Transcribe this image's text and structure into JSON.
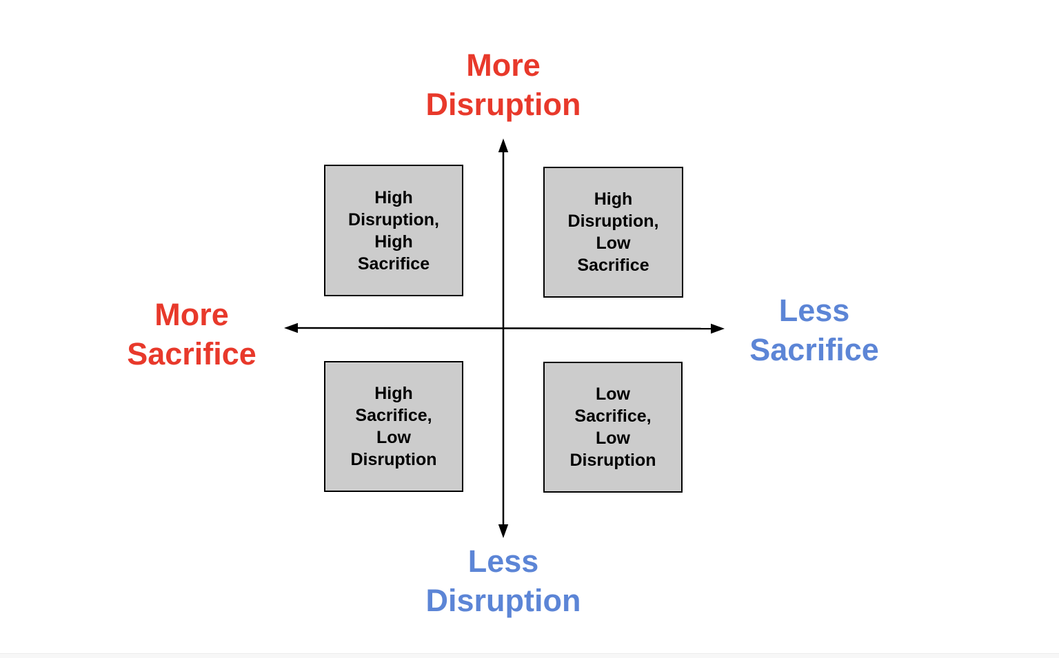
{
  "diagram": {
    "type": "quadrant-matrix",
    "axis_labels": {
      "top": "More\nDisruption",
      "bottom": "Less\nDisruption",
      "left": "More\nSacrifice",
      "right": "Less\nSacrifice"
    },
    "quadrants": {
      "top_left": "High\nDisruption,\nHigh\nSacrifice",
      "top_right": "High\nDisruption,\nLow\nSacrifice",
      "bottom_left": "High\nSacrifice,\nLow\nDisruption",
      "bottom_right": "Low\nSacrifice,\nLow\nDisruption"
    },
    "colors": {
      "more_label": "#e8392b",
      "less_label": "#5c85d6",
      "box_fill": "#cccccc",
      "box_border": "#000000",
      "axis": "#000000"
    }
  }
}
